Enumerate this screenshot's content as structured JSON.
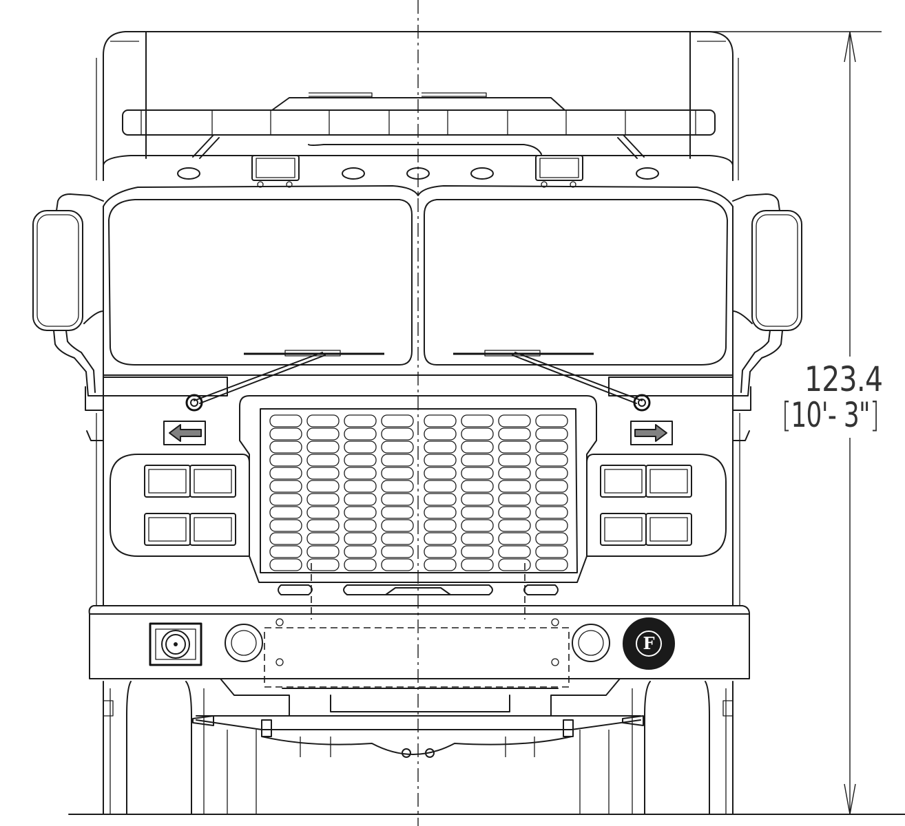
{
  "drawing": {
    "view": "front elevation",
    "dimension": {
      "primary": "123.4",
      "secondary": "10'- 3\"",
      "bracket_open": "[",
      "bracket_close": "]"
    },
    "emblem_letter": "F"
  },
  "colors": {
    "line": "#1a1a1a",
    "background": "#ffffff",
    "emblem_fill": "#1a1a1a"
  }
}
